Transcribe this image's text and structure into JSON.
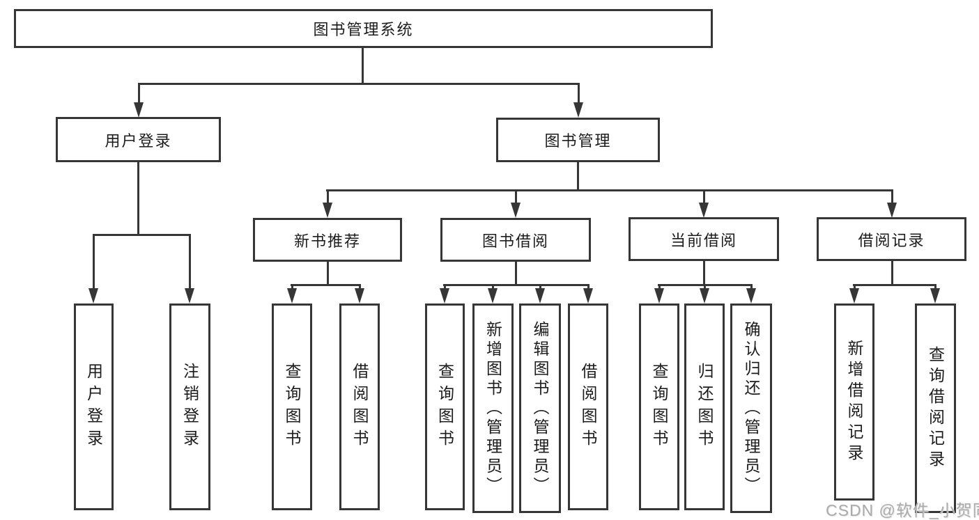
{
  "colors": {
    "line": "#363636",
    "box_border": "#363636",
    "text": "#1c1c1c",
    "watermark": "#ababab",
    "background": "#ffffff"
  },
  "diagram": {
    "title_hint": "library management system functional structure",
    "root": {
      "label": "图书管理系统"
    },
    "level2": {
      "user_login": {
        "label": "用户登录"
      },
      "book_mgmt": {
        "label": "图书管理"
      }
    },
    "level3": {
      "new_book_rec": {
        "label": "新书推荐"
      },
      "book_borrow": {
        "label": "图书借阅"
      },
      "current_borrow": {
        "label": "当前借阅"
      },
      "borrow_records": {
        "label": "借阅记录"
      }
    },
    "leaves": {
      "user_login_leaf": {
        "label": "用户登录"
      },
      "logout_leaf": {
        "label": "注销登录"
      },
      "nbr_query_books": {
        "label": "查询图书"
      },
      "nbr_borrow_books": {
        "label": "借阅图书"
      },
      "bb_query_books": {
        "label": "查询图书"
      },
      "bb_add_books": {
        "label": "新增图书（管理员）"
      },
      "bb_edit_books": {
        "label": "编辑图书（管理员）"
      },
      "bb_borrow_books": {
        "label": "借阅图书"
      },
      "cb_query_books": {
        "label": "查询图书"
      },
      "cb_return_books": {
        "label": "归还图书"
      },
      "cb_confirm_return": {
        "label": "确认归还（管理员）"
      },
      "br_add_record": {
        "label": "新增借阅记录"
      },
      "br_query_record": {
        "label": "查询借阅记录"
      }
    }
  },
  "watermark": {
    "text": "CSDN @软件_小贺同学"
  }
}
